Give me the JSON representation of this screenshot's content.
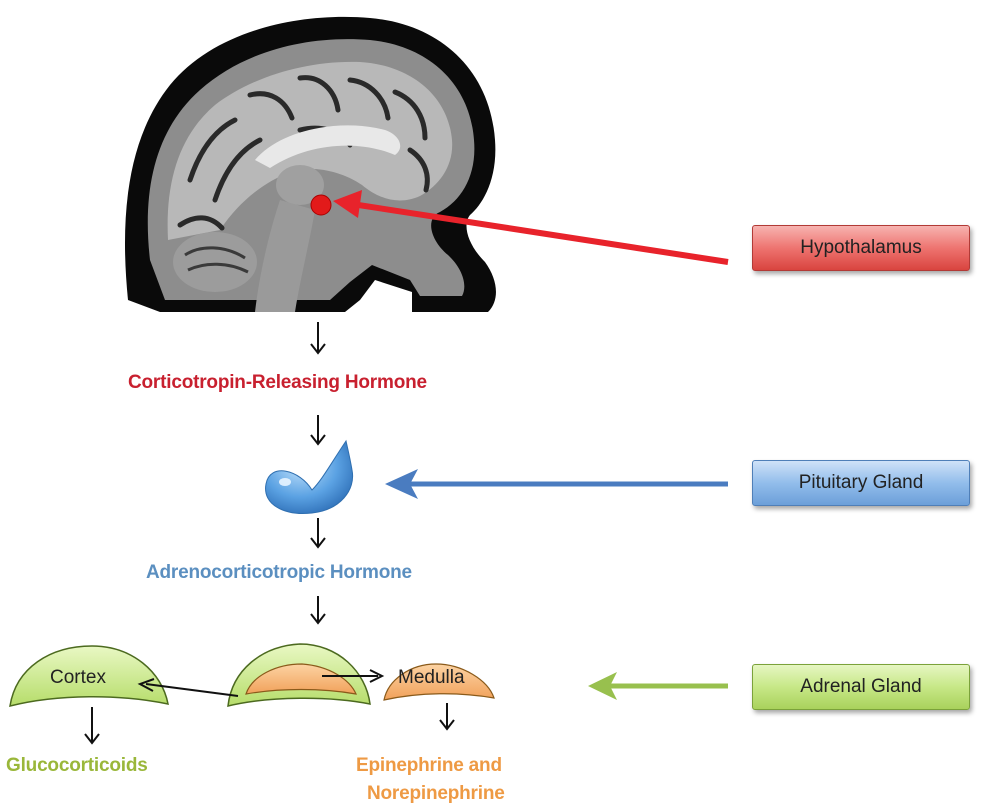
{
  "labels": {
    "crh": "Corticotropin-Releasing Hormone",
    "acth": "Adrenocorticotropic Hormone",
    "glucocorticoids": "Glucocorticoids",
    "epinephrine_line1": "Epinephrine and",
    "epinephrine_line2": "Norepinephrine"
  },
  "shapes": {
    "cortex": "Cortex",
    "medulla": "Medulla"
  },
  "legend": {
    "hypothalamus": "Hypothalamus",
    "pituitary": "Pituitary Gland",
    "adrenal": "Adrenal Gland"
  },
  "colors": {
    "crh_text": "#c8202f",
    "acth_text": "#5b8fc0",
    "gluco_text": "#9ab73a",
    "epi_text": "#ee9a44",
    "red_arrow": "#e8232b",
    "blue_arrow": "#4a7cc0",
    "green_arrow": "#98c04e"
  },
  "icons": [
    "brain-mri-image",
    "pituitary-drop-icon",
    "adrenal-gland-icon",
    "cortex-shape",
    "medulla-shape"
  ]
}
